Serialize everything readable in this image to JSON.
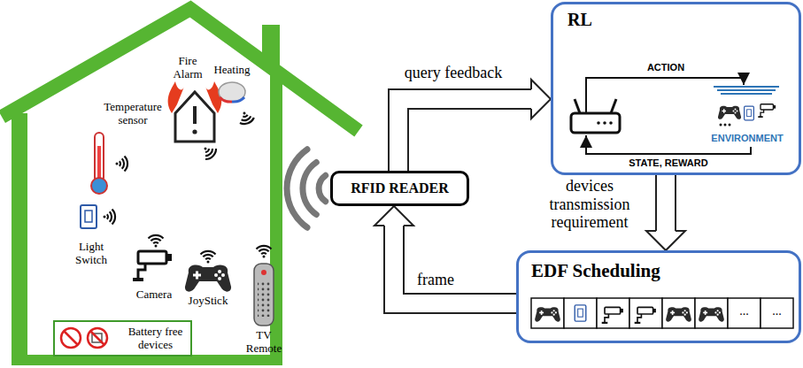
{
  "diagram": {
    "nodes": [
      {
        "text": [
          "Battery free devices"
        ]
      },
      {
        "text": [
          "RFID READER"
        ]
      },
      {
        "text": [
          "RL"
        ]
      },
      {
        "text": [
          "EDF Scheduling"
        ]
      }
    ],
    "edges": [
      {
        "from": 1,
        "to": 2,
        "arrow": "to",
        "label": "query feedback"
      },
      {
        "from": 2,
        "to": 3,
        "arrow": "to",
        "label": "devices transmission requirement"
      },
      {
        "from": 3,
        "to": 1,
        "arrow": "to",
        "label": "frame"
      }
    ],
    "labels": [
      "Fire Alarm",
      "Heating",
      "Temperature sensor",
      "Light Switch",
      "Camera",
      "JoyStick",
      "TV Remote",
      "ACTION",
      "ENVIRONMENT",
      "STATE, REWARD",
      "...",
      "..."
    ]
  }
}
